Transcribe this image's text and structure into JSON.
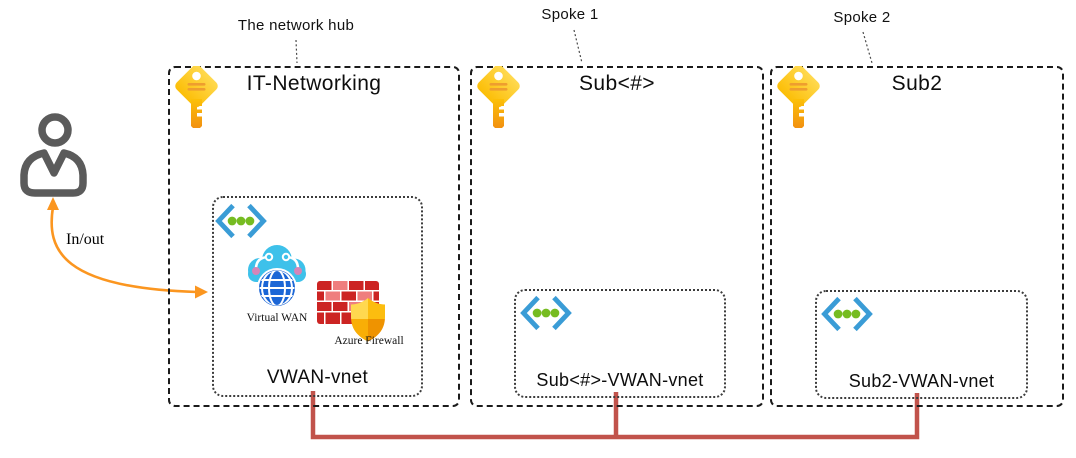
{
  "annotations": {
    "hub": "The network hub",
    "spoke1": "Spoke 1",
    "spoke2": "Spoke 2"
  },
  "user_flow_label": "In/out",
  "hub": {
    "title": "IT-Networking",
    "vnet_label": "VWAN-vnet",
    "virtual_wan_label": "Virtual WAN",
    "firewall_label": "Azure Firewall"
  },
  "spoke1": {
    "title": "Sub<#>",
    "vnet_label": "Sub<#>-VWAN-vnet"
  },
  "spoke2": {
    "title": "Sub2",
    "vnet_label": "Sub2-VWAN-vnet"
  },
  "icons": {
    "user": "person-silhouette",
    "key": "subscription-key",
    "vnet": "virtual-network-brackets",
    "virtual_wan": "cloud-with-globe",
    "azure_firewall": "brick-wall-with-shield"
  },
  "colors": {
    "arrow_orange": "#fb9620",
    "peering_red": "#c1534b",
    "key_yellow": "#ffc107",
    "vnet_blue": "#3a9cd6",
    "vnet_green": "#76bc21",
    "wan_cloud_cyan": "#3ec1ea",
    "globe_blue": "#1b66d6",
    "firewall_red": "#cc2423",
    "shield_gold": "#f7a800",
    "person_gray": "#5b5b5b"
  }
}
